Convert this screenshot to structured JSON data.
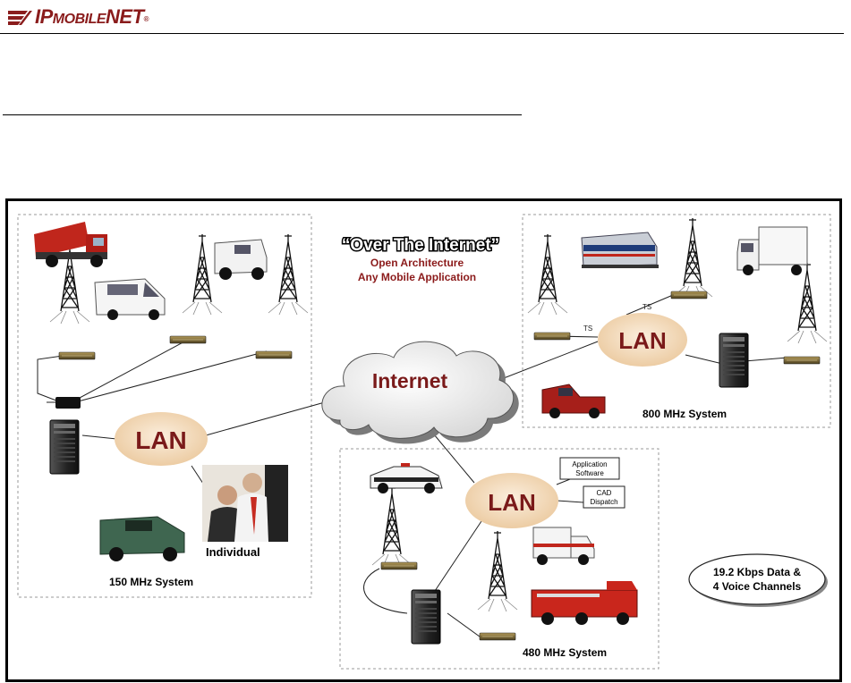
{
  "header": {
    "logo_main": "IP",
    "logo_mobile": "MOBILE",
    "logo_net": "NET",
    "logo_tm": "®"
  },
  "diagram": {
    "heading": "“Over The Internet”",
    "tagline1": "Open Architecture",
    "tagline2": "Any  Mobile Application",
    "internet_label": "Internet",
    "lan_label": "LAN",
    "ts_label": "TS",
    "individual_label": "Individual",
    "app_software_label_1": "Application",
    "app_software_label_2": "Software",
    "cad_label_1": "CAD",
    "cad_label_2": "Dispatch",
    "data_voice_1": "19.2 Kbps Data &",
    "data_voice_2": "4 Voice Channels",
    "system_150": "150 MHz System",
    "system_800": "800 MHz System",
    "system_480": "480 MHz System"
  },
  "colors": {
    "brand": "#8a1c1c",
    "lan_fill": "#f3d9b8",
    "tagline": "#8b1a1a",
    "frame": "#000000"
  }
}
